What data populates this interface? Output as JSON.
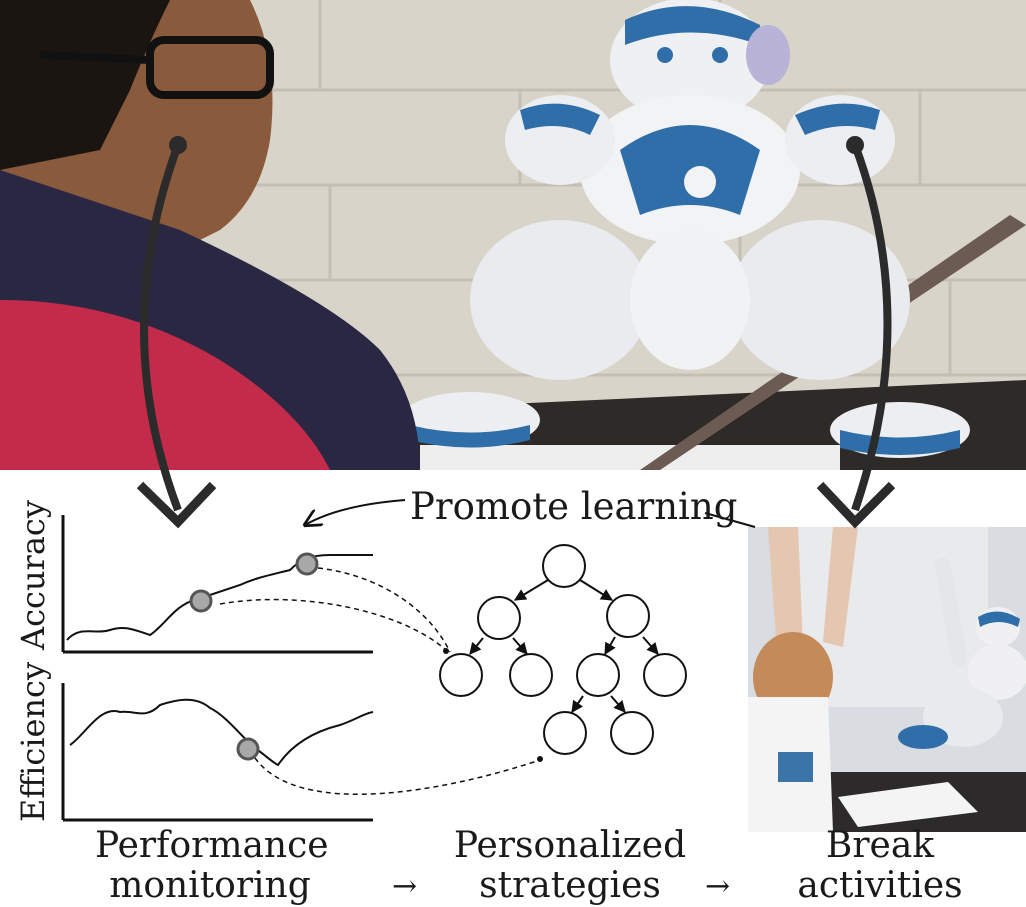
{
  "colors": {
    "wall": "#d9d5ca",
    "robot_blue": "#2f6ea8",
    "robot_white": "#f0f0f2",
    "jacket": "#2a2743",
    "jacket_pink": "#c22b4a",
    "marker_fill": "#9a9a9a",
    "line": "#111111"
  },
  "icons": {
    "student_photo": "child-with-robot-photo",
    "break_photo": "child-stretching-with-robot-photo"
  },
  "header": {
    "promote_label": "Promote learning"
  },
  "charts": {
    "top_ylabel": "Accuracy",
    "bottom_ylabel": "Efficiency"
  },
  "stages": [
    {
      "line1": "Performance",
      "line2": "monitoring"
    },
    {
      "line1": "Personalized",
      "line2": "strategies"
    },
    {
      "line1": "Break",
      "line2": "activities"
    }
  ],
  "separators": [
    "→",
    "→"
  ]
}
